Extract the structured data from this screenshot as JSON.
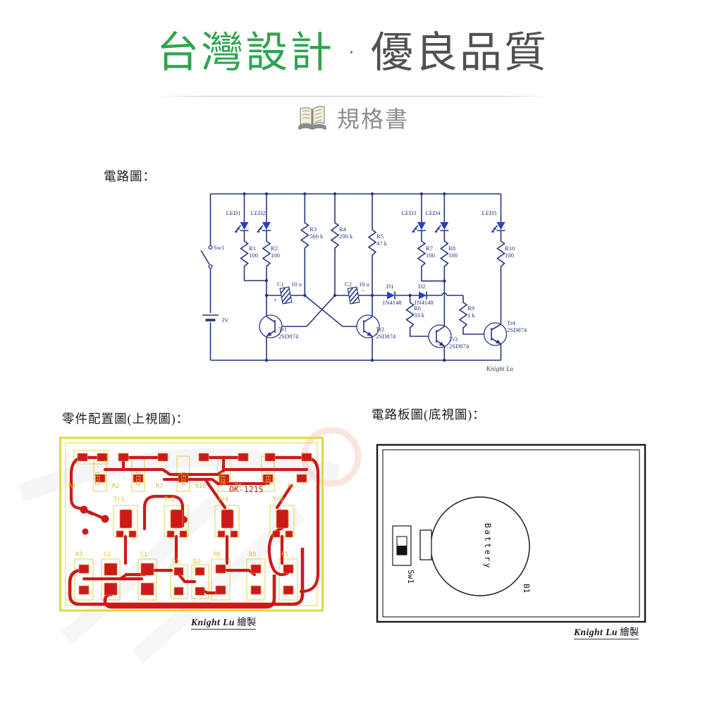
{
  "header": {
    "title_green": "台灣設計",
    "title_separator": "·",
    "title_gray": "優良品質",
    "spec_label": "規格書",
    "accent_green": "#2fa44f",
    "title_gray_color": "#515155"
  },
  "sections": {
    "schematic_label": "電路圖：",
    "pcb_top_label": "零件配置圖(上視圖)：",
    "pcb_bottom_label": "電路板圖(底視圖)："
  },
  "schematic": {
    "signature": "Knight Lu",
    "switch_label": "Sw1",
    "battery_label": "3V",
    "leds": [
      "LED1",
      "LED2",
      "LED3",
      "LED4",
      "LED5"
    ],
    "resistors": [
      {
        "name": "R1",
        "value": "100"
      },
      {
        "name": "R2",
        "value": "100"
      },
      {
        "name": "R3",
        "value": "560 k"
      },
      {
        "name": "R4",
        "value": "200 k"
      },
      {
        "name": "R5",
        "value": "47 k"
      },
      {
        "name": "R6",
        "value": "33 k"
      },
      {
        "name": "R7",
        "value": "100"
      },
      {
        "name": "R8",
        "value": "100"
      },
      {
        "name": "R9",
        "value": "1 k"
      },
      {
        "name": "R10",
        "value": "100"
      }
    ],
    "capacitors": [
      {
        "name": "C1",
        "value": "10 u",
        "polarity": "+"
      },
      {
        "name": "C2",
        "value": "10 u",
        "polarity": "−"
      }
    ],
    "diodes": [
      {
        "name": "D1",
        "value": "1N4148"
      },
      {
        "name": "D2",
        "value": "1N4148"
      }
    ],
    "transistors": [
      {
        "name": "Tr1",
        "value": "2SD874"
      },
      {
        "name": "Tr2",
        "value": "2SD874"
      },
      {
        "name": "Tr3",
        "value": "2SD874"
      },
      {
        "name": "Tr4",
        "value": "2SD874"
      }
    ]
  },
  "pcb_top": {
    "marking": "OK-121S",
    "row1": [
      "R4",
      "LED2",
      "R2",
      "LED3",
      "R7",
      "LED4",
      "R10",
      "LED5",
      "R8",
      "LED1",
      "R1"
    ],
    "transistors": [
      "Tr1",
      "Tr2",
      "Tr4",
      "Tr3"
    ],
    "row2": [
      "R3",
      "C2",
      "C1",
      "D1",
      "D2",
      "R6",
      "R9",
      "R5"
    ]
  },
  "pcb_bottom": {
    "switch_label": "Sw1",
    "battery_label": "Battery",
    "battery_ref": "B1"
  },
  "credits": {
    "top_view": {
      "script": "Knight Lu",
      "suffix": "繪製"
    },
    "bottom_view": {
      "script": "Knight Lu",
      "suffix": "繪製"
    }
  }
}
